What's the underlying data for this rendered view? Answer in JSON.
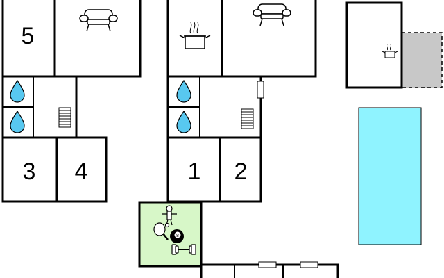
{
  "floorplan": {
    "rooms": [
      {
        "id": "bedroom-5",
        "label": "5"
      },
      {
        "id": "bedroom-3",
        "label": "3"
      },
      {
        "id": "bedroom-4",
        "label": "4"
      },
      {
        "id": "bedroom-1",
        "label": "1"
      },
      {
        "id": "bedroom-2",
        "label": "2"
      }
    ],
    "icons": [
      "sofa-icon",
      "kitchen-pot-icon",
      "shower-drop-icon",
      "stairs-icon",
      "table-tennis-icon",
      "billiard-ball-icon",
      "foosball-icon",
      "dumbbell-icon",
      "window-icon"
    ],
    "colors": {
      "wall": "#000000",
      "pool": "#8FF3FF",
      "game_room": "#D7F7C8",
      "terrace": "#C8C8C8",
      "shower": "#58C8F0"
    },
    "pool_ball_number": "8"
  }
}
